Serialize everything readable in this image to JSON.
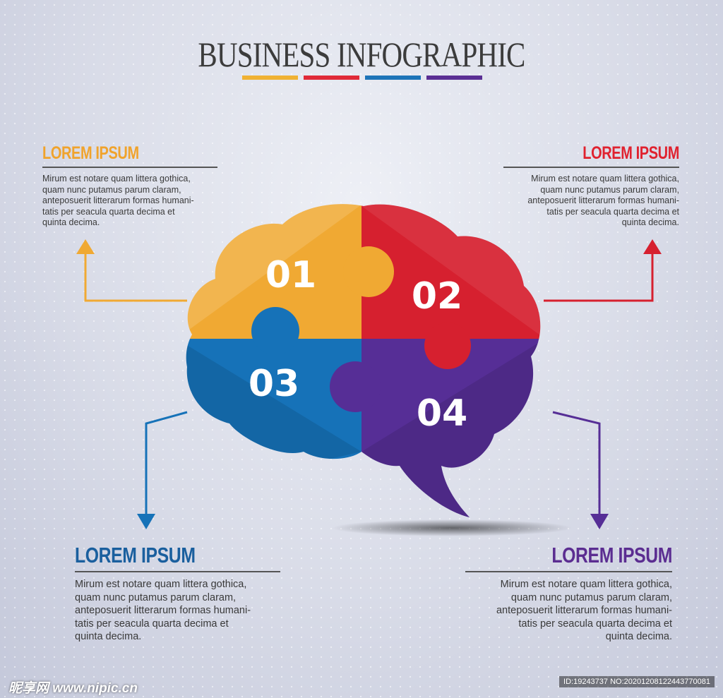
{
  "header": {
    "title": "BUSINESS INFOGRAPHIC",
    "bar_colors": [
      "#f0b233",
      "#e02a38",
      "#1d74b8",
      "#5b2f94"
    ]
  },
  "pieces": [
    {
      "number": "01",
      "color": "#f0a933"
    },
    {
      "number": "02",
      "color": "#d6202f"
    },
    {
      "number": "03",
      "color": "#1672b8"
    },
    {
      "number": "04",
      "color": "#562e96"
    }
  ],
  "blocks": [
    {
      "heading": "LOREM IPSUM",
      "color": "#f0a32c",
      "text": "Mirum est notare quam littera gothica,\nquam nunc putamus parum claram,\nanteposuerit litterarum formas humani-\ntatis per seacula quarta decima et\nquinta decima."
    },
    {
      "heading": "LOREM IPSUM",
      "color": "#e0222f",
      "text": "Mirum est notare quam littera gothica,\nquam nunc putamus parum claram,\nanteposuerit litterarum formas humani-\ntatis per seacula quarta decima et\nquinta decima."
    },
    {
      "heading": "LOREM IPSUM",
      "color": "#1a5f9e",
      "text": "Mirum est notare quam littera gothica,\nquam nunc putamus parum claram,\nanteposuerit litterarum formas humani-\ntatis per seacula quarta decima et\nquinta decima."
    },
    {
      "heading": "LOREM IPSUM",
      "color": "#5b2d91",
      "text": "Mirum est notare quam littera gothica,\nquam nunc putamus parum claram,\nanteposuerit litterarum formas humani-\ntatis per seacula quarta decima et\nquinta decima."
    }
  ],
  "watermark": {
    "left": "昵享网 www.nipic.cn",
    "right": "ID:19243737 NO:20201208122443770081"
  }
}
